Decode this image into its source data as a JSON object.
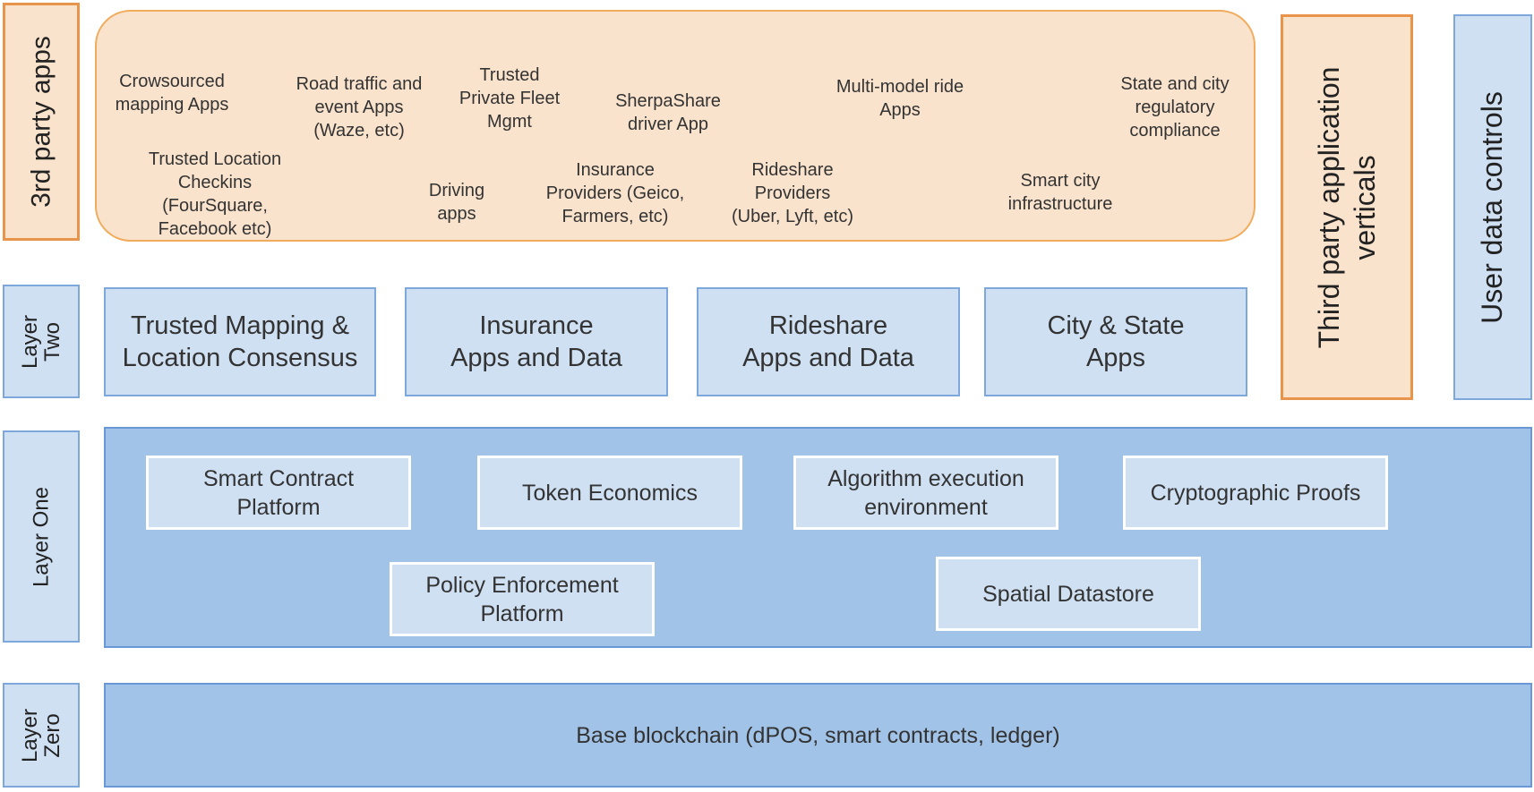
{
  "layer_labels": {
    "third_party": "3rd party apps",
    "layer_two": "Layer\nTwo",
    "layer_one": "Layer One",
    "layer_zero": "Layer\nZero"
  },
  "third_party_apps": [
    {
      "id": "crowsourced",
      "text": "Crowsourced\nmapping Apps"
    },
    {
      "id": "road-traffic",
      "text": "Road traffic and\nevent Apps\n(Waze, etc)"
    },
    {
      "id": "private-fleet",
      "text": "Trusted\nPrivate Fleet\nMgmt"
    },
    {
      "id": "sherpashare",
      "text": "SherpaShare\ndriver App"
    },
    {
      "id": "multi-model",
      "text": "Multi-model ride\nApps"
    },
    {
      "id": "state-city",
      "text": "State and city\nregulatory\ncompliance"
    },
    {
      "id": "location-checkins",
      "text": "Trusted Location\nCheckins\n(FourSquare,\nFacebook etc)"
    },
    {
      "id": "driving",
      "text": "Driving\napps"
    },
    {
      "id": "insurance-providers",
      "text": "Insurance\nProviders (Geico,\nFarmers, etc)"
    },
    {
      "id": "rideshare-providers",
      "text": "Rideshare\nProviders\n(Uber, Lyft, etc)"
    },
    {
      "id": "smart-city",
      "text": "Smart city\ninfrastructure"
    }
  ],
  "verticals": {
    "third_party_verticals": "Third party application\nverticals",
    "user_data_controls": "User data controls"
  },
  "layer_two_boxes": [
    "Trusted Mapping &\nLocation Consensus",
    "Insurance\nApps and Data",
    "Rideshare\nApps and Data",
    "City & State\nApps"
  ],
  "layer_one_boxes": [
    "Smart Contract\nPlatform",
    "Token Economics",
    "Algorithm execution\nenvironment",
    "Cryptographic Proofs",
    "Policy Enforcement\nPlatform",
    "Spatial Datastore"
  ],
  "layer_zero_box": "Base blockchain (dPOS, smart contracts, ledger)",
  "colors": {
    "orange_fill": "#fae3cc",
    "orange_border": "#f0ab5c",
    "blue_light": "#cfe0f3",
    "blue_mid": "#a2c3e8"
  }
}
